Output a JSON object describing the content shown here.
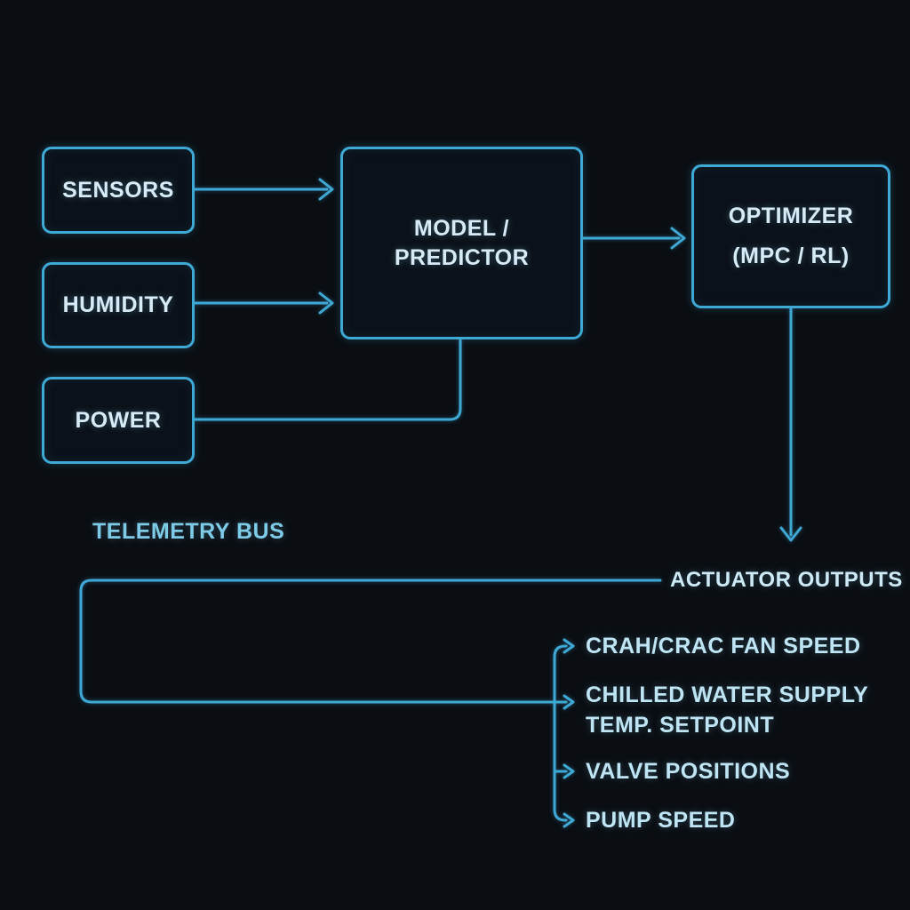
{
  "diagram": {
    "colors": {
      "background": "#0a0e13",
      "accent": "#3fa9d6",
      "node_fill": "#0b1119",
      "node_text": "#d6ebf6",
      "bus_label_text": "#7ecbe8",
      "output_text": "#bfe5f4",
      "actuator_text": "#cdeaf6"
    },
    "nodes": {
      "sensors": {
        "label": "SENSORS"
      },
      "humidity": {
        "label": "HUMIDITY"
      },
      "power": {
        "label": "POWER"
      },
      "model_predictor": {
        "label": "MODEL /\nPREDICTOR"
      },
      "optimizer": {
        "label": "OPTIMIZER\n(MPC / RL)"
      }
    },
    "labels": {
      "telemetry_bus": "TELEMETRY BUS",
      "actuator_outputs": "ACTUATOR OUTPUTS"
    },
    "outputs": [
      {
        "label": "CRAH/CRAC FAN SPEED"
      },
      {
        "label": "CHILLED WATER SUPPLY\nTEMP. SETPOINT"
      },
      {
        "label": "VALVE POSITIONS"
      },
      {
        "label": "PUMP SPEED"
      }
    ]
  }
}
